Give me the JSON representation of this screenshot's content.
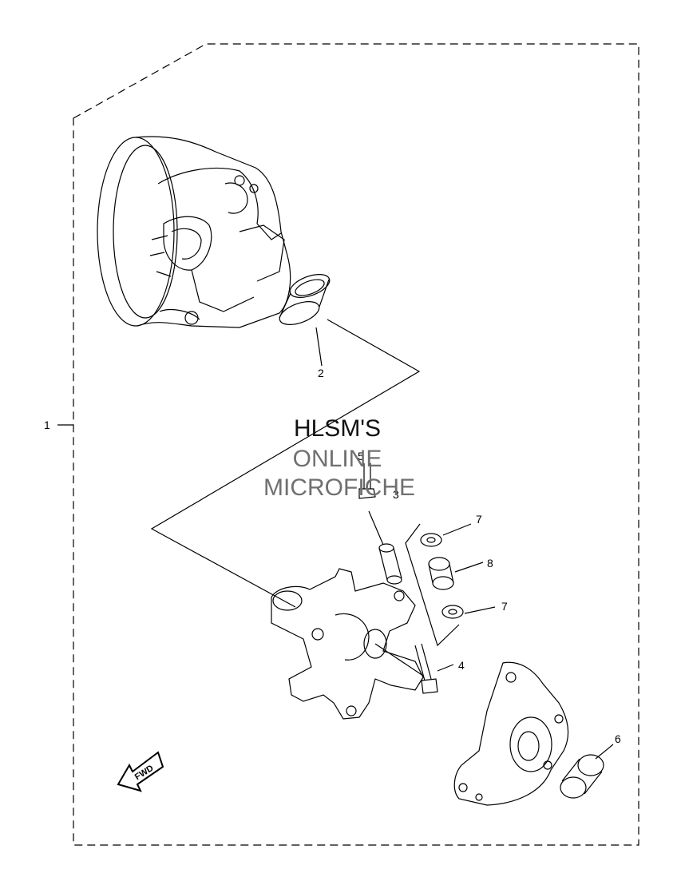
{
  "diagram": {
    "assembly_label": "1",
    "callouts": [
      {
        "id": "c2",
        "label": "2"
      },
      {
        "id": "c3",
        "label": "3"
      },
      {
        "id": "c4",
        "label": "4"
      },
      {
        "id": "c5",
        "label": "5"
      },
      {
        "id": "c6",
        "label": "6"
      },
      {
        "id": "c7a",
        "label": "7"
      },
      {
        "id": "c7b",
        "label": "7"
      },
      {
        "id": "c8",
        "label": "8"
      }
    ],
    "fwd_label": "FWD",
    "line_color": "#000000"
  },
  "watermark": {
    "line1": "HLSM'S",
    "line2": "ONLINE",
    "line3": "MICROFICHE",
    "color_primary": "#111111",
    "color_secondary": "#707070"
  }
}
